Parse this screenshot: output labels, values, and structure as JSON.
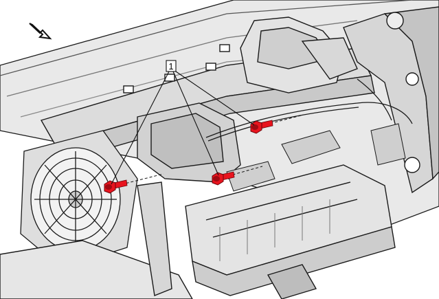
{
  "diagram": {
    "callouts": [
      {
        "label": "1",
        "targets": [
          "fastener-left",
          "fastener-center",
          "fastener-right"
        ]
      }
    ],
    "colors": {
      "fastener": "#e8141e",
      "fastener_dark": "#a00a12",
      "line": "#1a1a1a",
      "part_light": "#efefef",
      "part_mid": "#d9d9d9",
      "part_dark": "#b8b8b8",
      "background": "#ffffff"
    },
    "icons": [
      "view-direction-arrow-icon",
      "fan-icon",
      "bolt-icon"
    ]
  }
}
